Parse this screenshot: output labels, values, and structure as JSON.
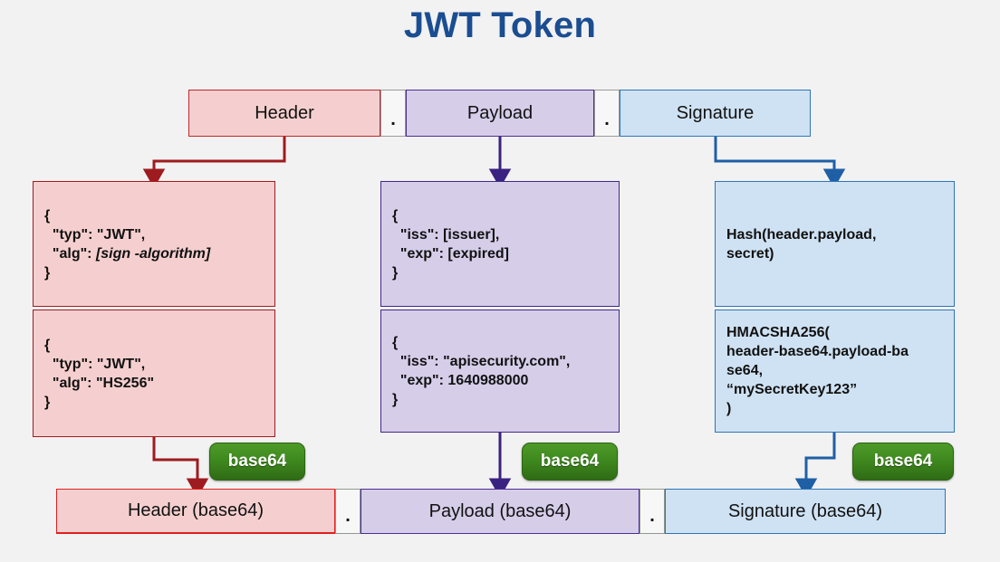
{
  "page": {
    "title": "JWT Token",
    "background": "#f2f2f2",
    "title_color": "#1b4d91"
  },
  "colors": {
    "header_fill": "#f5cfcf",
    "header_stroke": "#a01b20",
    "payload_fill": "#d6cde9",
    "payload_stroke": "#41278a",
    "signature_fill": "#cfe2f3",
    "signature_stroke": "#2e75b6",
    "badge_green": "#3f8a1f"
  },
  "token_parts": {
    "header_label": "Header",
    "dot1": ".",
    "payload_label": "Payload",
    "dot2": ".",
    "signature_label": "Signature"
  },
  "header_column": {
    "template": {
      "line1": "{",
      "line2": "  \"typ\": \"JWT\",",
      "line3_key": "  \"alg\": ",
      "line3_value": "[sign -algorithm]",
      "line4": "}"
    },
    "example": {
      "line1": "{",
      "line2": "  \"typ\": \"JWT\",",
      "line3": "  \"alg\": \"HS256\"",
      "line4": "}"
    }
  },
  "payload_column": {
    "template": {
      "line1": "{",
      "line2": "  \"iss\": [issuer],",
      "line3": "  \"exp\": [expired]",
      "line4": "}"
    },
    "example": {
      "line1": "{",
      "line2": "  \"iss\": \"apisecurity.com\",",
      "line3": "  \"exp\": 1640988000",
      "line4": "}"
    }
  },
  "signature_column": {
    "template": {
      "line1": "Hash(header.payload,",
      "line2": "secret)"
    },
    "example": {
      "line1": "HMACSHA256(",
      "line2": "header-base64.payload-ba",
      "line3": "se64,",
      "line4": "“mySecretKey123”",
      "line5": ")"
    }
  },
  "encoders": {
    "header_badge": "base64",
    "payload_badge": "base64",
    "signature_badge": "base64"
  },
  "encoded_row": {
    "header_label": "Header (base64)",
    "dot1": ".",
    "payload_label": "Payload (base64)",
    "dot2": ".",
    "signature_label": "Signature (base64)"
  }
}
